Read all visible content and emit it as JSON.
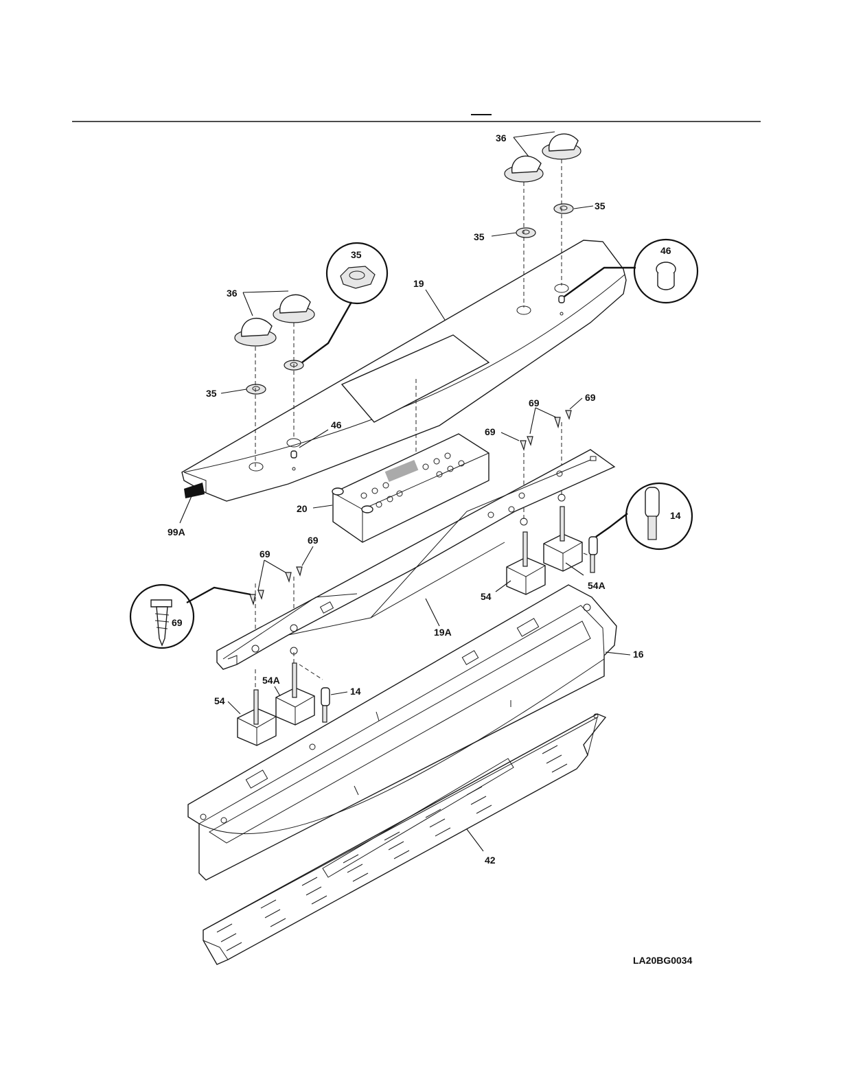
{
  "diagram": {
    "drawing_code": "LA20BG0034",
    "part_labels": {
      "p36_right": "36",
      "p35_right_top": "35",
      "p35_right_mid": "35",
      "p46_callout": "46",
      "p19": "19",
      "p35_callout": "35",
      "p36_left": "36",
      "p35_left": "35",
      "p46_left": "46",
      "p69_top_a": "69",
      "p69_top_b": "69",
      "p69_top_c": "69",
      "p20": "20",
      "p99A": "99A",
      "p14_callout": "14",
      "p54A_right": "54A",
      "p54_right": "54",
      "p69_left_a": "69",
      "p69_left_b": "69",
      "p69_callout": "69",
      "p19A": "19A",
      "p16": "16",
      "p54A_left": "54A",
      "p14_left": "14",
      "p54_left": "54",
      "p42": "42"
    }
  }
}
